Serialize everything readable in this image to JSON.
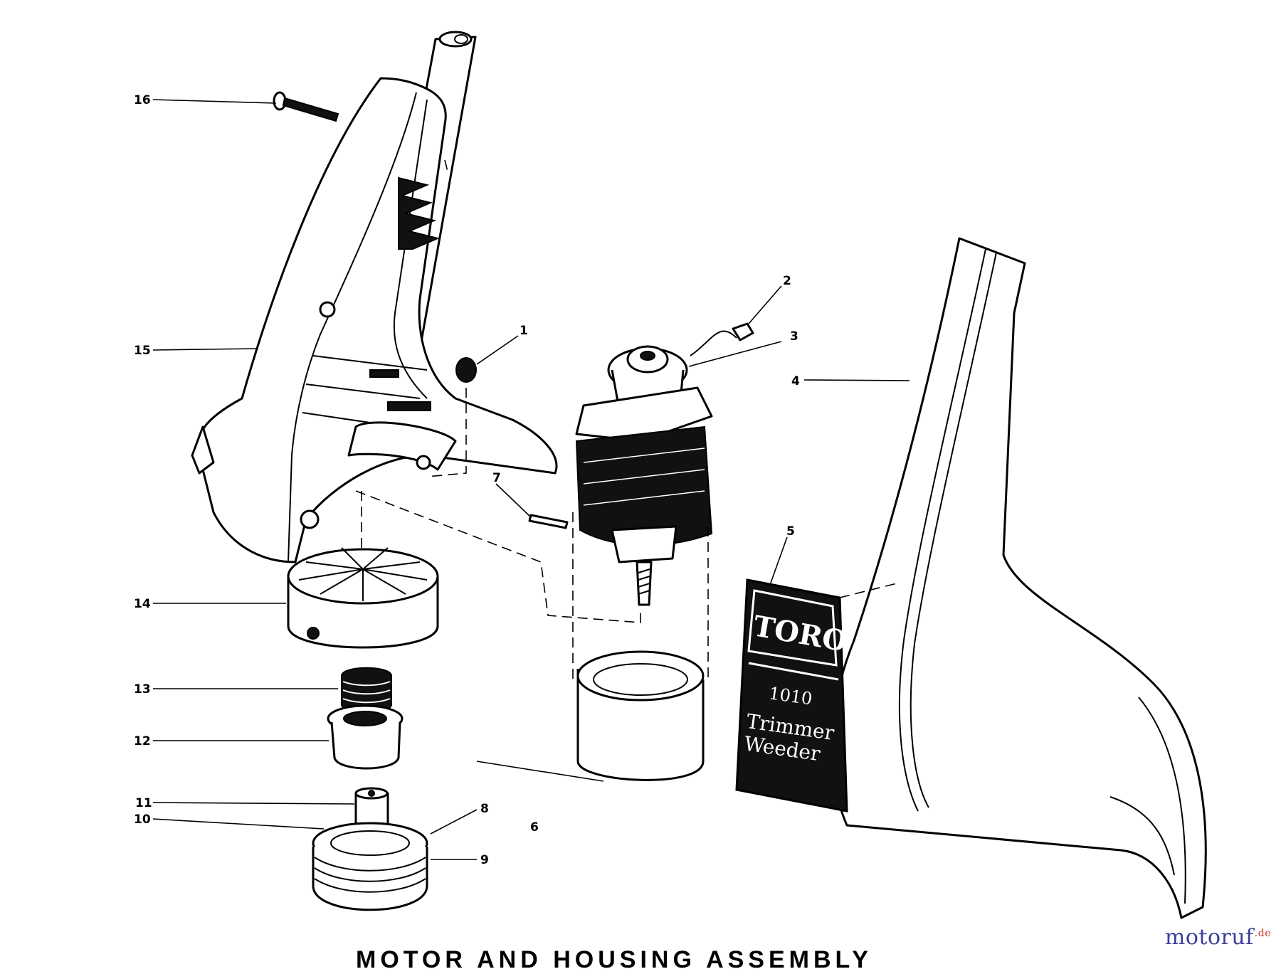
{
  "diagram": {
    "callouts": [
      {
        "id": "1",
        "text": "1"
      },
      {
        "id": "2",
        "text": "2"
      },
      {
        "id": "3",
        "text": "3"
      },
      {
        "id": "4",
        "text": "4"
      },
      {
        "id": "5",
        "text": "5"
      },
      {
        "id": "6",
        "text": "6"
      },
      {
        "id": "7",
        "text": "7"
      },
      {
        "id": "8",
        "text": "8"
      },
      {
        "id": "9",
        "text": "9"
      },
      {
        "id": "10",
        "text": "10"
      },
      {
        "id": "11",
        "text": "11"
      },
      {
        "id": "12",
        "text": "12"
      },
      {
        "id": "13",
        "text": "13"
      },
      {
        "id": "14",
        "text": "14"
      },
      {
        "id": "15",
        "text": "15"
      },
      {
        "id": "16",
        "text": "16"
      }
    ],
    "decal": {
      "brand": "TORO",
      "model": "1010",
      "line1": "Trimmer",
      "line2": "Weeder"
    },
    "footer_title": "MOTOR AND HOUSING ASSEMBLY"
  },
  "watermark": {
    "name": "motoruf",
    "tld": ".de"
  }
}
